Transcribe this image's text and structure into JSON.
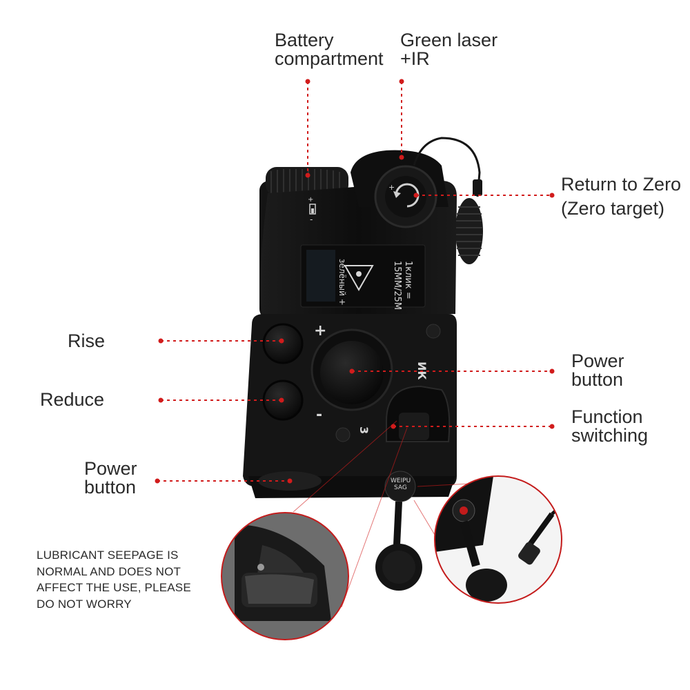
{
  "colors": {
    "leader_line": "#d11c1c",
    "device_body": "#111111",
    "background": "#ffffff",
    "label_text": "#2a2a2a"
  },
  "callouts": {
    "battery": {
      "line1": "Battery",
      "line2": "compartment"
    },
    "laser": {
      "line1": "Green laser",
      "line2": "+IR"
    },
    "zero": {
      "line1": "Return to Zero",
      "line2": "(Zero target)"
    },
    "rise": "Rise",
    "reduce": "Reduce",
    "power_right": {
      "line1": "Power",
      "line2": "button"
    },
    "function": {
      "line1": "Function",
      "line2": "switching"
    },
    "power_left": {
      "line1": "Power",
      "line2": "button"
    }
  },
  "note": {
    "line1": "LUBRICANT SEEPAGE IS",
    "line2": "NORMAL AND DOES NOT",
    "line3": "AFFECT THE USE, PLEASE",
    "line4": "DO NOT WORRY"
  },
  "device_markings": {
    "warning_text_1": "зелёный +",
    "click_line1": "1клик =",
    "click_line2": "15ММ/25М",
    "plus": "+",
    "minus": "-",
    "ik": "ИК",
    "three": "3",
    "connector_line1": "WEIPU",
    "connector_line2": "SAG",
    "battery_plus": "+",
    "battery_minus": "-"
  }
}
